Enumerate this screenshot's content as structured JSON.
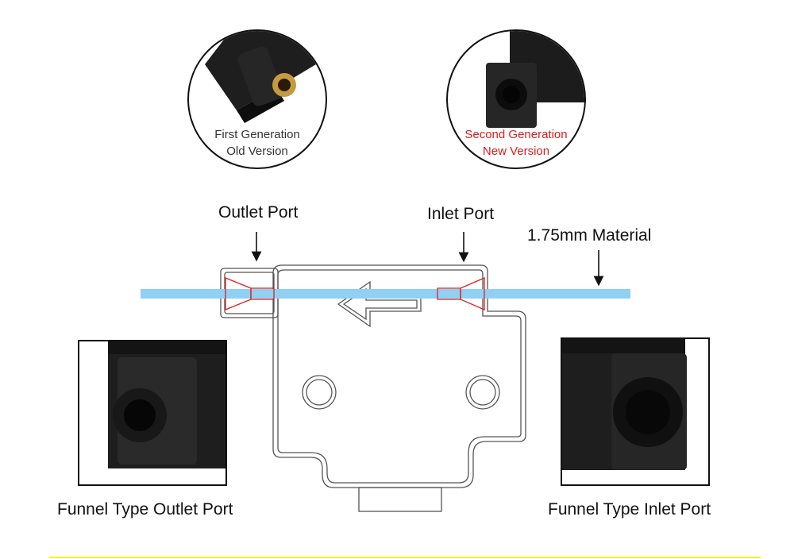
{
  "top_left": {
    "line1": "First Generation",
    "line2": "Old Version"
  },
  "top_right": {
    "line1": "Second Generation",
    "line2": "New Version"
  },
  "diagram": {
    "outlet_label": "Outlet Port",
    "inlet_label": "Inlet Port",
    "material_label": "1.75mm Material"
  },
  "captions": {
    "left": "Funnel Type Outlet Port",
    "right": "Funnel Type Inlet Port"
  },
  "colors": {
    "filament": "#8fd0f3",
    "funnel": "#e02020",
    "new_version_text": "#d81e1e",
    "divider": "#fff200",
    "part_body": "#1c1c1c"
  }
}
